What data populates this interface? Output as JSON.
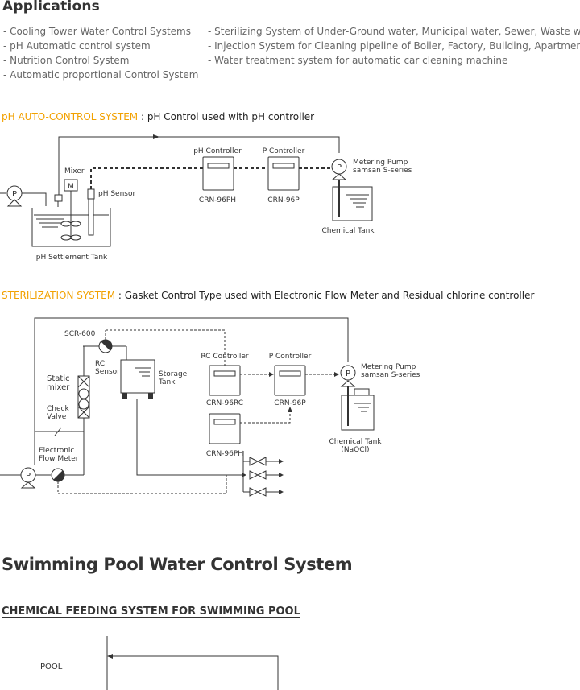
{
  "applications": {
    "title": "Applications",
    "left": [
      "- Cooling Tower Water Control Systems",
      "- pH Automatic control system",
      "- Nutrition Control System",
      "- Automatic proportional Control System"
    ],
    "right": [
      "- Sterilizing System of Under-Ground water, Municipal water, Sewer, Waste water",
      "- Injection System for Cleaning pipeline of Boiler, Factory, Building, Apartment",
      "- Water treatment system for automatic car cleaning machine"
    ]
  },
  "ph_system": {
    "title_highlight": "pH AUTO-CONTROL SYSTEM",
    "title_rest": " : pH Control used with pH controller",
    "labels": {
      "pump": "P",
      "mixer": "Mixer",
      "mixer_box": "M",
      "ph_sensor": "pH Sensor",
      "tank": "pH Settlement Tank",
      "ph_controller": "pH Controller",
      "ph_controller_model": "CRN-96PH",
      "p_controller": "P Controller",
      "p_controller_model": "CRN-96P",
      "metering_pump_line1": "Metering Pump",
      "metering_pump_line2": "samsan S-series",
      "chemical_tank": "Chemical Tank"
    }
  },
  "sterilization_system": {
    "title_highlight": "STERILIZATION SYSTEM",
    "title_rest": " : Gasket Control Type used with Electronic Flow Meter and Residual chlorine controller",
    "labels": {
      "scr": "SCR-600",
      "rc_sensor_line1": "RC",
      "rc_sensor_line2": "Sensor",
      "storage_line1": "Storage",
      "storage_line2": "Tank",
      "static_line1": "Static",
      "static_line2": "mixer",
      "check_line1": "Check",
      "check_line2": "Valve",
      "flow_line1": "Electronic",
      "flow_line2": "Flow Meter",
      "pump": "P",
      "rc_controller": "RC Controller",
      "rc_controller_model": "CRN-96RC",
      "p_controller": "P Controller",
      "p_controller_model": "CRN-96P",
      "ph_controller_model": "CRN-96PH",
      "metering_pump_line1": "Metering Pump",
      "metering_pump_line2": "samsan S-series",
      "chemical_tank_line1": "Chemical Tank",
      "chemical_tank_line2": "(NaOCl)"
    }
  },
  "swimming_pool": {
    "title": "Swimming Pool Water Control System",
    "subtitle": "CHEMICAL FEEDING SYSTEM FOR SWIMMING POOL",
    "pool_label": "POOL"
  }
}
